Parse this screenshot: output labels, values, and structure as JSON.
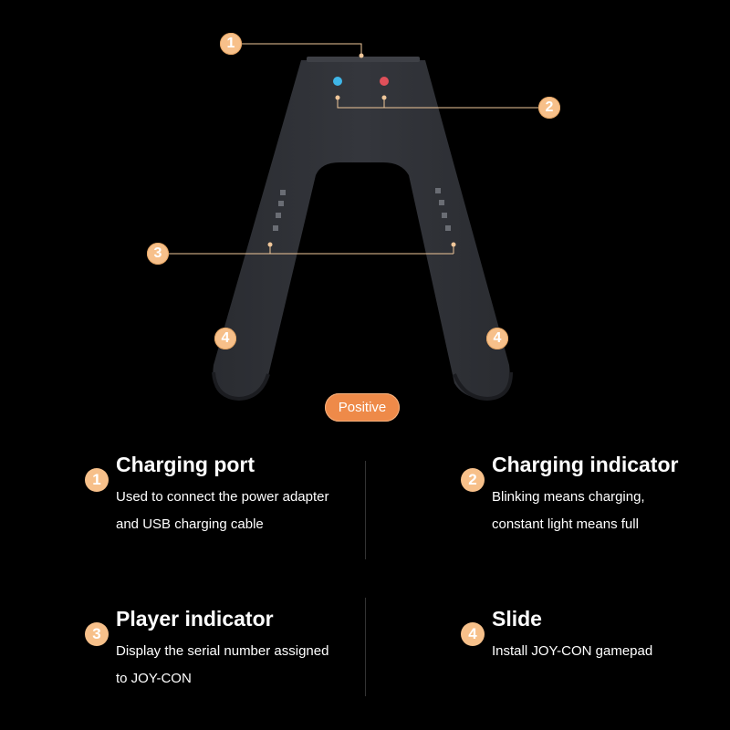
{
  "diagram": {
    "callouts": [
      {
        "number": "1"
      },
      {
        "number": "2"
      },
      {
        "number": "3"
      },
      {
        "number": "4"
      },
      {
        "number": "4"
      }
    ],
    "view_label": "Positive",
    "led_colors": {
      "left": "#3fb6e8",
      "right": "#e0505a"
    }
  },
  "features": [
    {
      "number": "1",
      "title": "Charging port",
      "desc_line1": "Used to connect the power adapter",
      "desc_line2": "and USB charging cable"
    },
    {
      "number": "2",
      "title": "Charging indicator",
      "desc_line1": "Blinking means charging,",
      "desc_line2": "constant light means full"
    },
    {
      "number": "3",
      "title": "Player indicator",
      "desc_line1": "Display the serial number assigned",
      "desc_line2": "to JOY-CON"
    },
    {
      "number": "4",
      "title": "Slide",
      "desc_line1": "Install JOY-CON gamepad",
      "desc_line2": ""
    }
  ],
  "colors": {
    "accent": "#f7c08a",
    "tag": "#ee8a49",
    "device": "#2e3036"
  }
}
